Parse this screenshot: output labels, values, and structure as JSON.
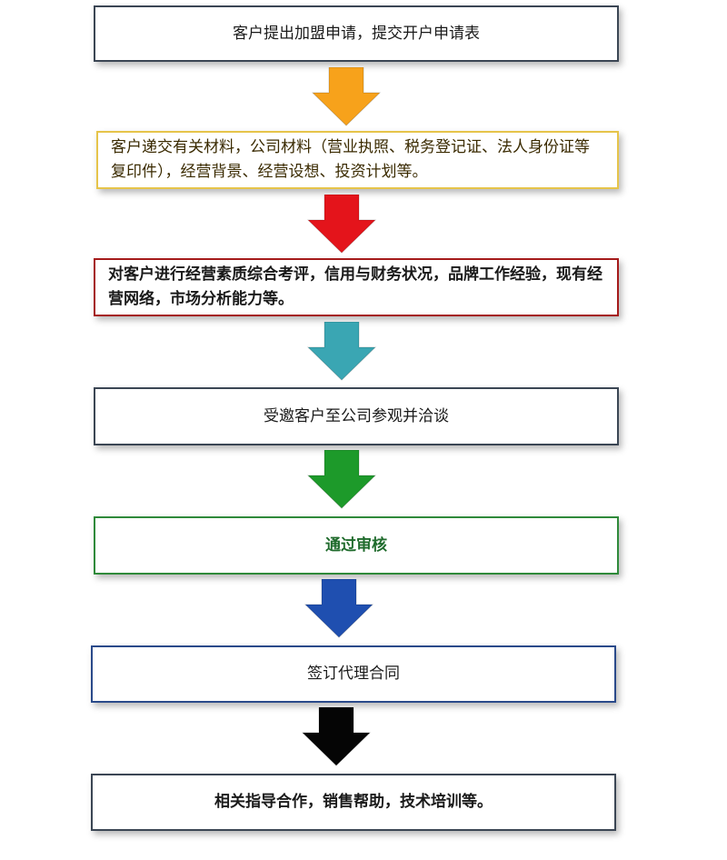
{
  "steps": [
    {
      "text": "客户提出加盟申请，提交开户申请表",
      "border": "#3b4654",
      "textColor": "#1a1a1a",
      "arrowColor": "#f7a21b"
    },
    {
      "text": "客户递交有关材料，公司材料（营业执照、税务登记证、法人身份证等复印件），经营背景、经营设想、投资计划等。",
      "border": "#e6c44a",
      "textColor": "#3a2a00",
      "arrowColor": "#e4141b"
    },
    {
      "text": "对客户进行经营素质综合考评，信用与财务状况，品牌工作经验，现有经营网络，市场分析能力等。",
      "border": "#a51a1a",
      "textColor": "#1a1a1a",
      "arrowColor": "#3aa6b3"
    },
    {
      "text": "受邀客户至公司参观并洽谈",
      "border": "#3b4654",
      "textColor": "#1a1a1a",
      "arrowColor": "#1d9a2a"
    },
    {
      "text": "通过审核",
      "border": "#2f8a3a",
      "textColor": "#1f6b2c",
      "arrowColor": "#1f4fb0"
    },
    {
      "text": "签订代理合同",
      "border": "#2a4a8a",
      "textColor": "#1a1a1a",
      "arrowColor": "#050505"
    },
    {
      "text": "相关指导合作，销售帮助，技术培训等。",
      "border": "#3b4654",
      "textColor": "#1a1a1a"
    }
  ]
}
